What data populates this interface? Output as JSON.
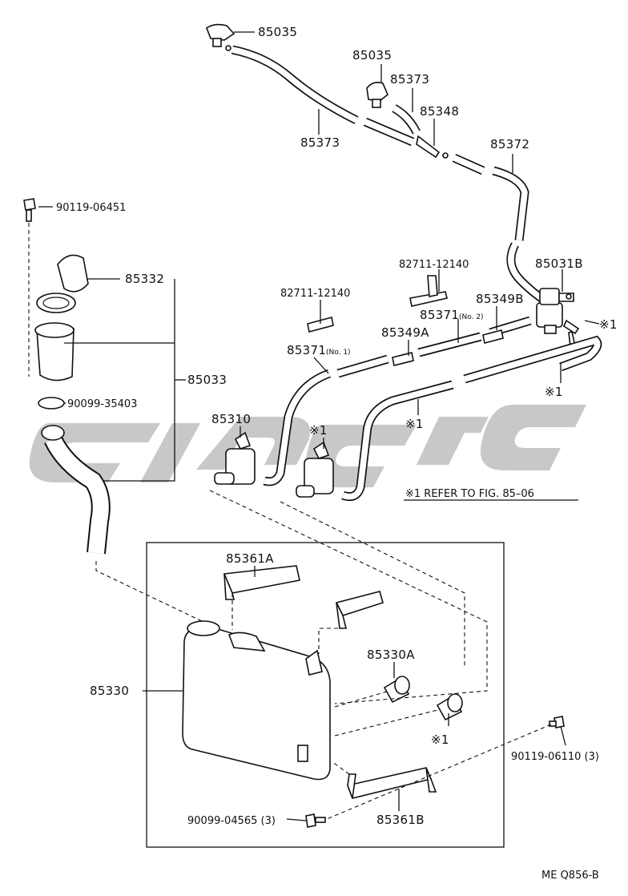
{
  "diagram": {
    "parts": {
      "nozzle_left": "85035",
      "nozzle_center": "85035",
      "hose_upper_center": "85373",
      "hose_upper_left": "85373",
      "joint_upper": "85348",
      "hose_right": "85372",
      "bolt_top": "90119-06451",
      "cap": "85332",
      "inlet_assy": "85033",
      "clip": "90099-35403",
      "valve": "85031B",
      "clamp_right": "82711-12140",
      "clamp_left": "82711-12140",
      "hose_no2": "85371",
      "hose_no2_sub": "(No. 2)",
      "joint_b": "85349B",
      "joint_a": "85349A",
      "hose_no1": "85371",
      "hose_no1_sub": "(No. 1)",
      "pump": "85310",
      "bracket_upper": "85361A",
      "tank": "85330",
      "grommet": "85330A",
      "bolt_right": "90119-06110 (3)",
      "bolt_bottom": "90099-04565 (3)",
      "bracket_lower": "85361B"
    },
    "refs": {
      "mark": "※1",
      "note": "※1 REFER TO FIG. 85–06"
    },
    "figure_code": "ME Q856-B"
  }
}
